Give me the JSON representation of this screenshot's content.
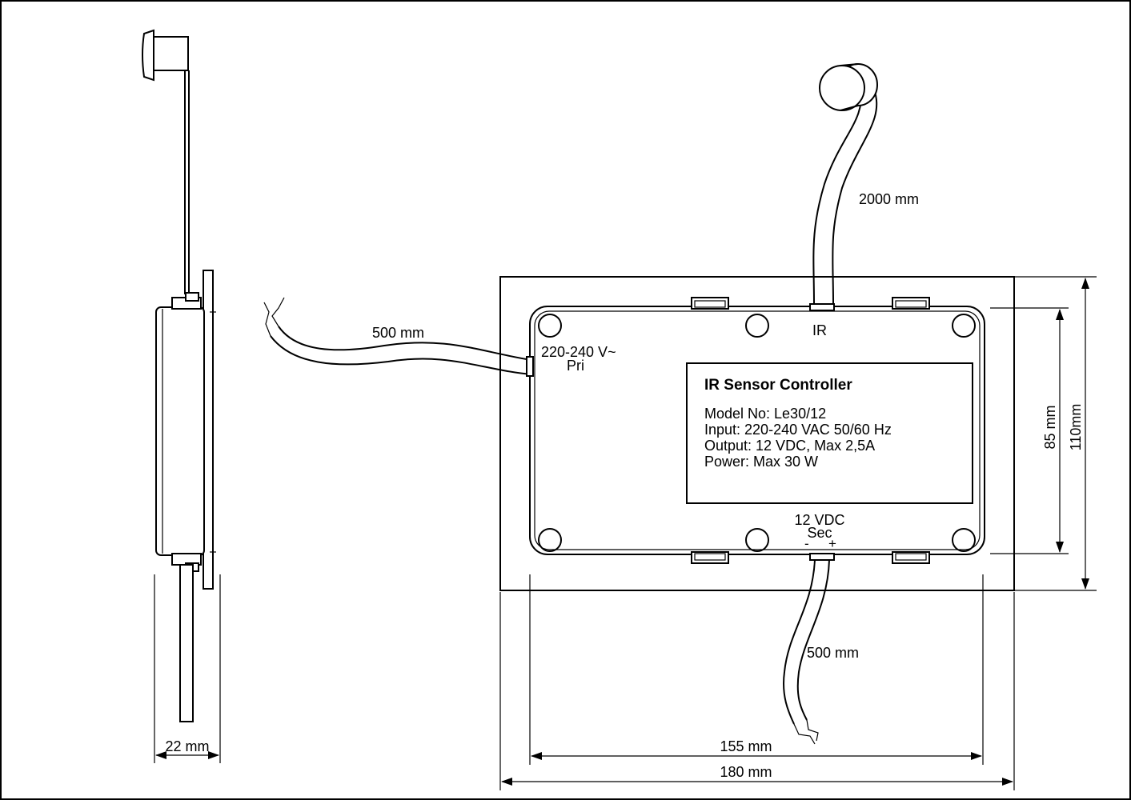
{
  "side_view": {
    "width_label": "22 mm"
  },
  "front_view": {
    "ir_cable_length": "2000 mm",
    "ir_label": "IR",
    "primary_cable_length": "500 mm",
    "primary_voltage": "220-240 V~",
    "primary_label": "Pri",
    "secondary_cable_length": "500 mm",
    "secondary_voltage": "12 VDC",
    "secondary_label": "Sec",
    "minus_sign": "-",
    "plus_sign": "+",
    "label_panel": {
      "title": "IR Sensor Controller",
      "model": "Model No: Le30/12",
      "input": "Input: 220-240 VAC 50/60 Hz",
      "output": "Output: 12 VDC, Max 2,5A",
      "power": "Power: Max 30 W"
    },
    "dimensions": {
      "inner_height": "85 mm",
      "outer_height": "110mm",
      "inner_width": "155 mm",
      "outer_width": "180 mm"
    }
  }
}
